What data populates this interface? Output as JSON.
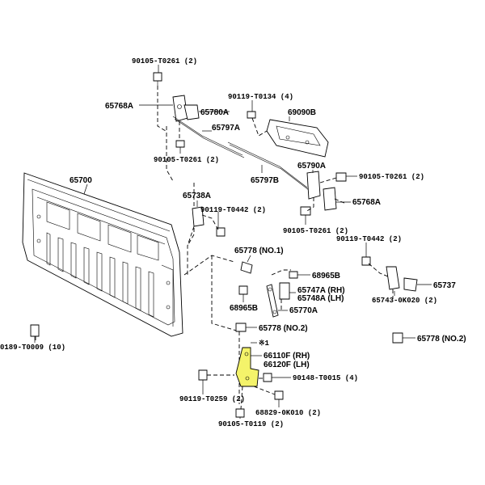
{
  "callouts": {
    "b90105_t0261_top": "90105-T0261 (2)",
    "p65768a_top": "65768A",
    "p65780a": "65780A",
    "b90119_t0134": "90119-T0134 (4)",
    "p69090b": "69090B",
    "p65797a": "65797A",
    "b90105_t0261_mid": "90105-T0261 (2)",
    "p65700": "65700",
    "p65790a": "65790A",
    "b90105_t0261_right": "90105-T0261 (2)",
    "p65797b": "65797B",
    "p65738a": "65738A",
    "p65768a_right": "65768A",
    "b90119_t0442_a": "90119-T0442 (2)",
    "b90105_t0261_low": "90105-T0261 (2)",
    "b90119_t0442_b": "90119-T0442 (2)",
    "p65778_no1": "65778 (NO.1)",
    "p68965b_right": "68965B",
    "p65747a": "65747A (RH)",
    "p65748a": "65748A (LH)",
    "p65737": "65737",
    "p65743_0k020": "65743-0K020 (2)",
    "p68965b_left": "68965B",
    "p65770a": "65770A",
    "p65778_no2_a": "65778 (NO.2)",
    "b0189_t0009": "0189-T0009 (10)",
    "p65778_no2_b": "65778 (NO.2)",
    "note_x1": "※1",
    "p66110f": "66110F (RH)",
    "p66120f": "66120F (LH)",
    "b90148_t0015": "90148-T0015 (4)",
    "b90119_t0259": "90119-T0259 (2)",
    "p68829_0k010": "68829-0K010 (2)",
    "b90105_t0119": "90105-T0119 (2)"
  },
  "colors": {
    "highlight": "#f4f36a",
    "line": "#000000",
    "background": "#ffffff"
  }
}
